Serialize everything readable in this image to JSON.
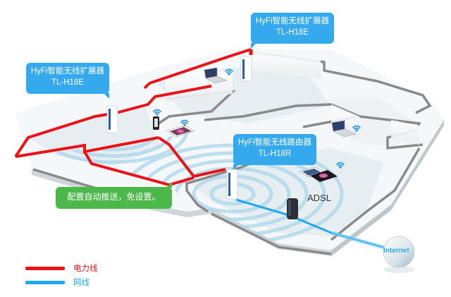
{
  "colors": {
    "power_line": "#e8141a",
    "network_line": "#1ea8ee",
    "callout_blue": "#35a9ee",
    "callout_green": "#4cb84a",
    "wall": "#8c8c8c",
    "floor": "#eef3f6",
    "wave": "#a9d6e8"
  },
  "callouts": {
    "extender_top": {
      "line1": "HyFi智能无线扩展器",
      "line2": "TL-H18E"
    },
    "extender_left": {
      "line1": "HyFi智能无线扩展器",
      "line2": "TL-H18E"
    },
    "router": {
      "line1": "HyFi智能无线路由器",
      "line2": "TL-H18R"
    },
    "auto_config": {
      "text": "配置自动推送，免设置。"
    }
  },
  "devices": {
    "adsl_label": "ADSL",
    "internet_label": "Internet"
  },
  "legend": {
    "items": [
      {
        "label": "电力线",
        "color": "#e8141a"
      },
      {
        "label": "网线",
        "color": "#1ea8ee"
      }
    ]
  }
}
